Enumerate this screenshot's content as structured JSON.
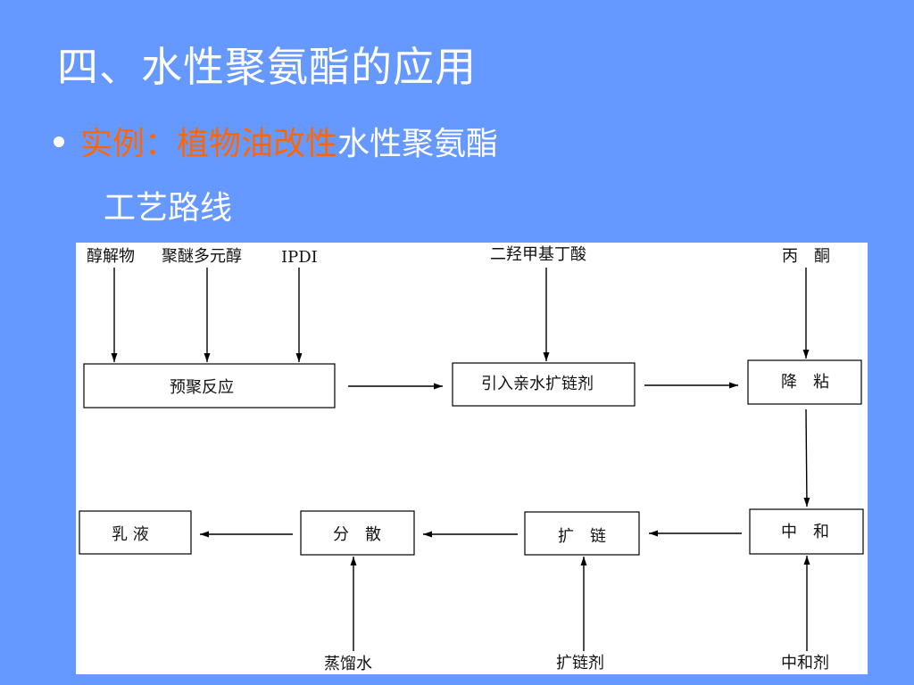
{
  "slide": {
    "title": "四、水性聚氨酯的应用",
    "bullet": {
      "prefix": "实例：植物油改性",
      "suffix": "水性聚氨酯"
    },
    "subtitle": "工艺路线",
    "colors": {
      "background": "#6699FF",
      "title": "#FFFFFF",
      "highlight": "#FF6600",
      "diagram_bg": "#FFFFFF",
      "line": "#000000"
    }
  },
  "diagram": {
    "inputs": {
      "i1": "醇解物",
      "i2": "聚醚多元醇",
      "i3": "IPDI",
      "i4": "二羟甲基丁酸",
      "i5": "丙　酮",
      "i6": "蒸馏水",
      "i7": "扩链剂",
      "i8": "中和剂"
    },
    "boxes": {
      "b1": "预聚反应",
      "b2": "引入亲水扩链剂",
      "b3": "降　粘",
      "b4": "中　和",
      "b5": "扩　链",
      "b6": "分　散",
      "b7": "乳 液"
    }
  }
}
